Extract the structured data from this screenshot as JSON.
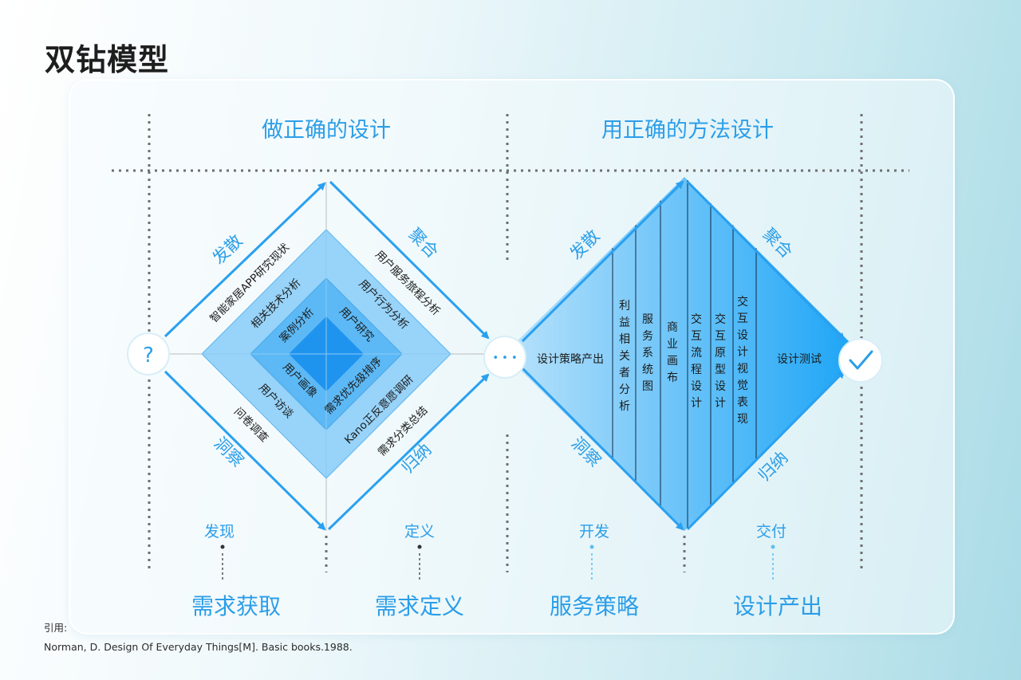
{
  "title": "双钻模型",
  "headers": {
    "left": "做正确的设计",
    "right": "用正确的方法设计"
  },
  "nodes": {
    "start": "?",
    "middle": "• • •",
    "end": "check-icon"
  },
  "diamond1": {
    "diverge": "发散",
    "converge": "聚合",
    "observe": "洞察",
    "induce": "归纳",
    "top_left": [
      "智能家居APP研究现状",
      "相关技术分析",
      "案例分析"
    ],
    "top_right": [
      "用户服务旅程分析",
      "用户行为分析",
      "用户研究"
    ],
    "bottom_left": [
      "问卷调查",
      "用户访谈",
      "用户画像"
    ],
    "bottom_right": [
      "需求分类总结",
      "Kano正反意愿调研",
      "需求优先级排序"
    ]
  },
  "diamond2": {
    "diverge": "发散",
    "converge": "聚合",
    "observe": "洞察",
    "induce": "归纳",
    "columns": [
      "设计策略产出",
      "利益相关者分析",
      "服务系统图",
      "商业画布",
      "交互流程设计",
      "交互原型设计",
      "交互设计视觉表现",
      "设计测试"
    ]
  },
  "phases": [
    "发现",
    "定义",
    "开发",
    "交付"
  ],
  "stages": [
    "需求获取",
    "需求定义",
    "服务策略",
    "设计产出"
  ],
  "citation": {
    "label": "引用:",
    "text": "Norman, D. Design Of Everyday Things[M]. Basic books.1988."
  },
  "colors": {
    "accent": "#1e9bee",
    "arrow": "#2aa0f0",
    "text_blue": "#2c9ee8",
    "dark": "#1e1e1e"
  }
}
